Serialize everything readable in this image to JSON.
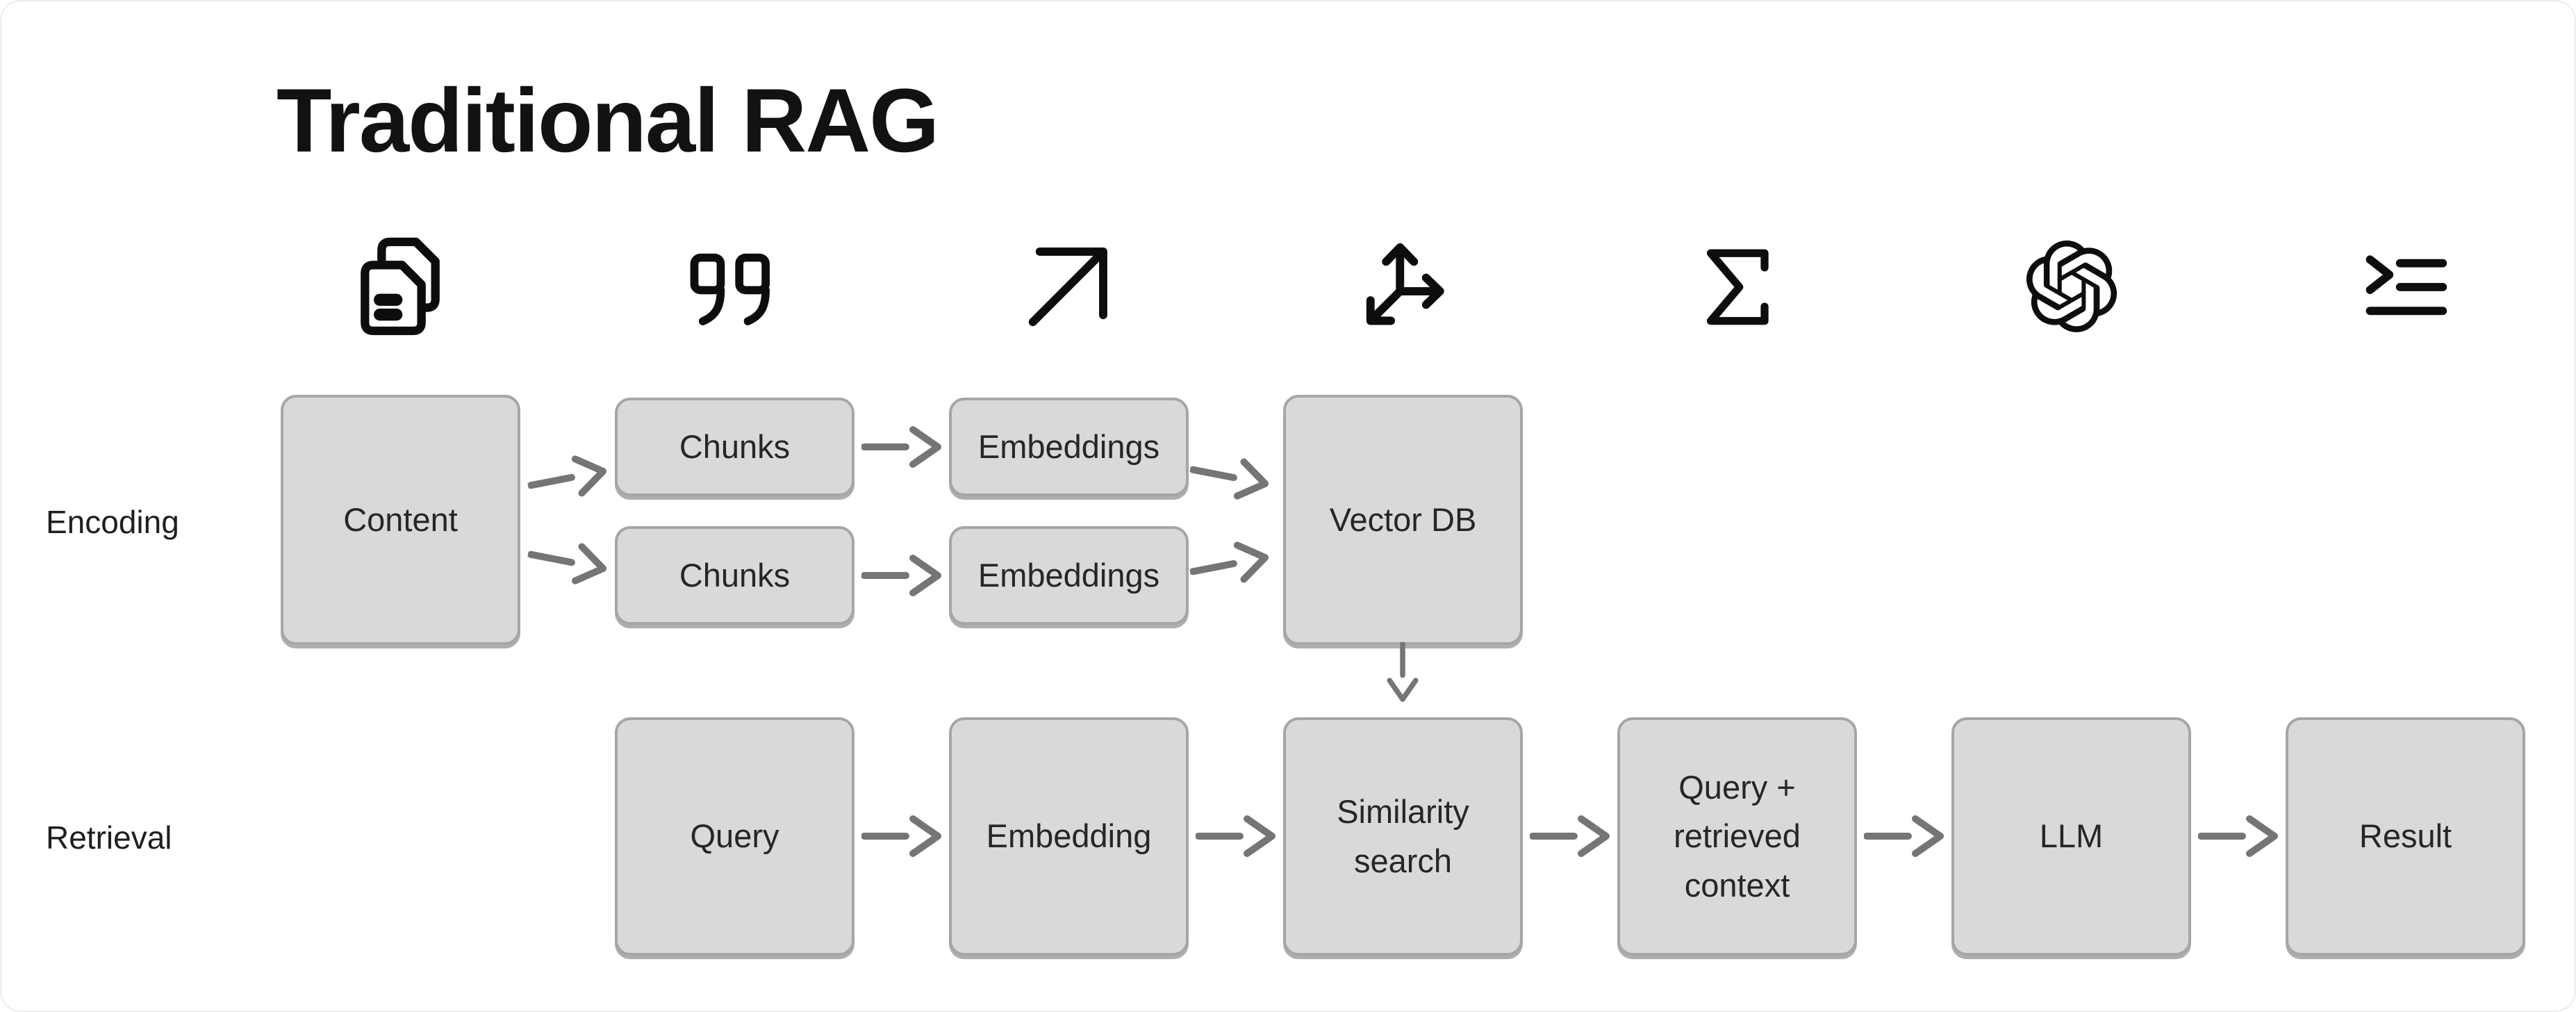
{
  "title": "Traditional RAG",
  "row_labels": {
    "encoding": "Encoding",
    "retrieval": "Retrieval"
  },
  "icons": [
    {
      "name": "documents-icon",
      "depicts": "stacked pages with text lines"
    },
    {
      "name": "quote-icon",
      "depicts": "closing quotation marks"
    },
    {
      "name": "arrow-up-right-icon",
      "depicts": "diagonal arrow pointing up right"
    },
    {
      "name": "axes-3d-icon",
      "depicts": "three-direction vector axes arrows"
    },
    {
      "name": "sigma-icon",
      "depicts": "summation sigma symbol"
    },
    {
      "name": "openai-icon",
      "depicts": "OpenAI logo knot"
    },
    {
      "name": "list-start-icon",
      "depicts": "chevron with list lines"
    }
  ],
  "nodes": {
    "content": "Content",
    "chunks_top": "Chunks",
    "chunks_bottom": "Chunks",
    "embeddings_top": "Embeddings",
    "embeddings_bottom": "Embeddings",
    "vector_db": "Vector DB",
    "query": "Query",
    "embedding": "Embedding",
    "similarity_search": "Similarity search",
    "query_context": "Query + retrieved context",
    "llm": "LLM",
    "result": "Result"
  },
  "colors": {
    "box_fill": "#d9d9d9",
    "box_border": "#a6a6a6",
    "box_shadow": "#aeaeae",
    "arrow": "#757575",
    "icon": "#0d0d0d",
    "text": "#262626",
    "title": "#121212",
    "label": "#1f1f1f",
    "canvas_border": "#ededed"
  }
}
